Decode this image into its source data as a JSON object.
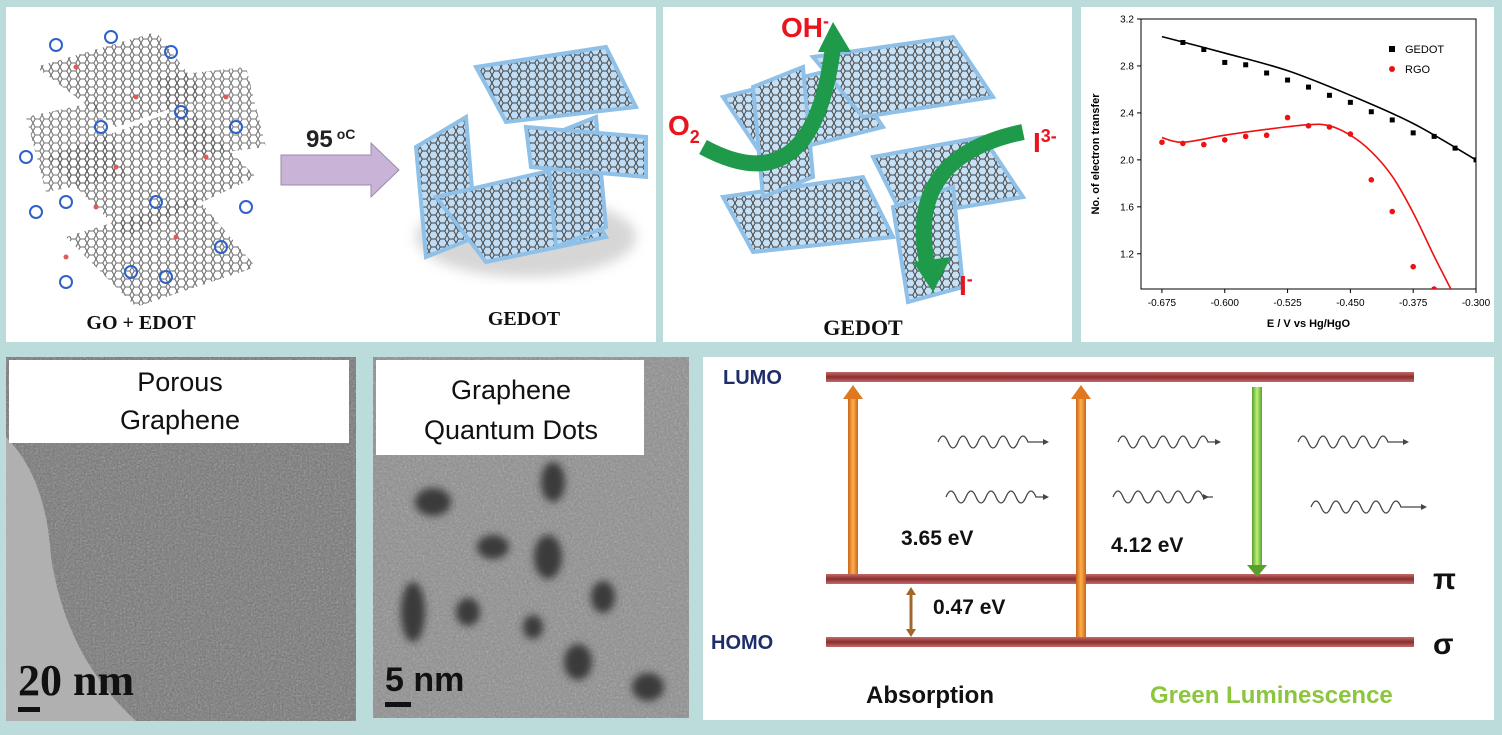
{
  "panel_synthesis": {
    "reactant_label": "GO + EDOT",
    "condition_value": "95",
    "condition_unit": "oC",
    "product_label": "GEDOT"
  },
  "panel_reactions": {
    "o2_base": "O",
    "o2_sub": "2",
    "oh_base": "OH",
    "oh_sup": "-",
    "i3_base": "I",
    "i3_sup": "3-",
    "i_base": "I",
    "i_sup": "-",
    "material_label": "GEDOT"
  },
  "chart_data": {
    "type": "scatter",
    "xlabel": "E / V vs Hg/HgO",
    "ylabel": "No. of electron transfer",
    "xlim": [
      -0.7,
      -0.3
    ],
    "ylim": [
      0.9,
      3.2
    ],
    "xticks": [
      "-0.675",
      "-0.600",
      "-0.525",
      "-0.450",
      "-0.375",
      "-0.300"
    ],
    "yticks": [
      "1.2",
      "1.6",
      "2.0",
      "2.4",
      "2.8",
      "3.2"
    ],
    "legend_position": "top-right",
    "series": [
      {
        "name": "GEDOT",
        "color": "#000000",
        "marker": "square",
        "x": [
          -0.65,
          -0.625,
          -0.6,
          -0.575,
          -0.55,
          -0.525,
          -0.5,
          -0.475,
          -0.45,
          -0.425,
          -0.4,
          -0.375,
          -0.35,
          -0.325,
          -0.3
        ],
        "y": [
          3.0,
          2.94,
          2.83,
          2.81,
          2.74,
          2.68,
          2.62,
          2.55,
          2.49,
          2.41,
          2.34,
          2.23,
          2.2,
          2.1,
          2.0
        ],
        "fit_x": [
          -0.675,
          -0.6,
          -0.525,
          -0.45,
          -0.375,
          -0.3
        ],
        "fit_y": [
          3.05,
          2.91,
          2.76,
          2.55,
          2.31,
          2.0
        ]
      },
      {
        "name": "RGO",
        "color": "#ee1111",
        "marker": "circle",
        "x": [
          -0.675,
          -0.65,
          -0.625,
          -0.6,
          -0.575,
          -0.55,
          -0.525,
          -0.5,
          -0.475,
          -0.45,
          -0.425,
          -0.4,
          -0.375,
          -0.35
        ],
        "y": [
          2.15,
          2.14,
          2.13,
          2.17,
          2.2,
          2.21,
          2.36,
          2.29,
          2.28,
          2.22,
          1.83,
          1.56,
          1.09,
          0.9
        ],
        "fit_x": [
          -0.675,
          -0.65,
          -0.6,
          -0.55,
          -0.5,
          -0.475,
          -0.45,
          -0.425,
          -0.4,
          -0.375,
          -0.35,
          -0.33
        ],
        "fit_y": [
          2.19,
          2.15,
          2.21,
          2.26,
          2.3,
          2.29,
          2.21,
          2.07,
          1.86,
          1.55,
          1.18,
          0.9
        ]
      }
    ]
  },
  "tem_porous": {
    "title_line1": "Porous",
    "title_line2": "Graphene",
    "scale": "20 nm"
  },
  "tem_qd": {
    "title_line1": "Graphene",
    "title_line2": "Quantum Dots",
    "scale": "5 nm"
  },
  "energy_diagram": {
    "lumo_label": "LUMO",
    "homo_label": "HOMO",
    "pi_label": "π",
    "sigma_label": "σ",
    "gap1": "3.65 eV",
    "gap2": "4.12 eV",
    "gap3": "0.47 eV",
    "absorption_label": "Absorption",
    "luminescence_label": "Green Luminescence",
    "colors": {
      "level": "#9b3a3a",
      "absorption_arrow": "#f08a2a",
      "emission_arrow": "#7dc33a",
      "small_arrow": "#a0662a",
      "label_navy": "#1f2e6b",
      "green_text": "#8cc63f"
    }
  }
}
